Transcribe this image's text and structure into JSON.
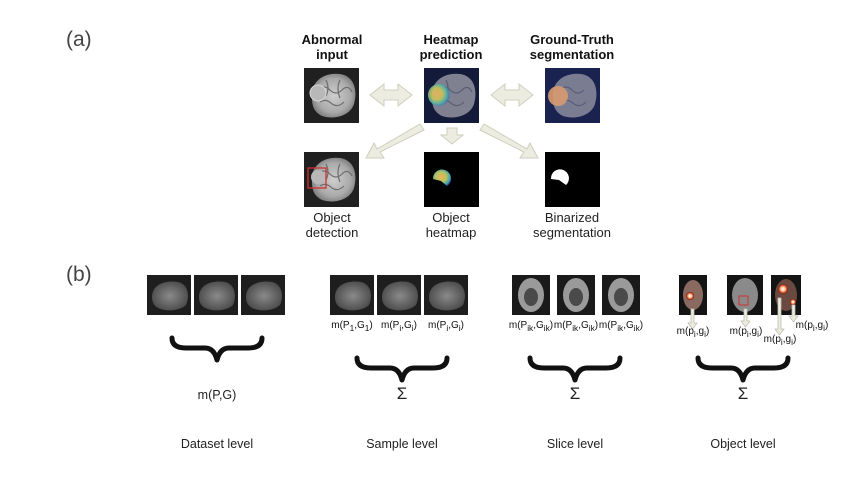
{
  "panel_a": {
    "label": "(a)",
    "headers": {
      "abnormal": [
        "Abnormal",
        "input"
      ],
      "heatmap": [
        "Heatmap",
        "prediction"
      ],
      "groundtruth": [
        "Ground-Truth",
        "segmentation"
      ]
    },
    "captions": {
      "detection": [
        "Object",
        "detection"
      ],
      "objheatmap": [
        "Object",
        "heatmap"
      ],
      "binarized": [
        "Binarized",
        "segmentation"
      ]
    }
  },
  "panel_b": {
    "label": "(b)",
    "dataset": {
      "formula": "m(P,G)",
      "level": "Dataset level"
    },
    "sample": {
      "metrics": [
        {
          "m": "m(P",
          "s1": "1",
          "c": ",G",
          "s2": "1",
          "e": ")"
        },
        {
          "m": "m(P",
          "s1": "i",
          "c": ",G",
          "s2": "i",
          "e": ")"
        },
        {
          "m": "m(P",
          "s1": "i",
          "c": ",G",
          "s2": "i",
          "e": ")"
        }
      ],
      "sigma": "Σ",
      "level": "Sample level"
    },
    "slice": {
      "metrics": [
        {
          "m": "m(P",
          "s1": "ik",
          "c": ",G",
          "s2": "ik",
          "e": ")"
        },
        {
          "m": "m(P",
          "s1": "ik",
          "c": ",G",
          "s2": "ik",
          "e": ")"
        },
        {
          "m": "m(P",
          "s1": "ik",
          "c": ",G",
          "s2": "ik",
          "e": ")"
        }
      ],
      "sigma": "Σ",
      "level": "Slice level"
    },
    "object": {
      "metrics": [
        {
          "m": "m(p",
          "s1": "i",
          "c": ",g",
          "s2": "i",
          "e": ")"
        },
        {
          "m": "m(p",
          "s1": "i",
          "c": ",g",
          "s2": "i",
          "e": ")"
        },
        {
          "m": "m(p",
          "s1": "i",
          "c": ",g",
          "s2": "i",
          "e": ")"
        },
        {
          "m": "m(p",
          "s1": "i",
          "c": ",g",
          "s2": "i",
          "e": ")"
        }
      ],
      "sigma": "Σ",
      "level": "Object level"
    }
  }
}
